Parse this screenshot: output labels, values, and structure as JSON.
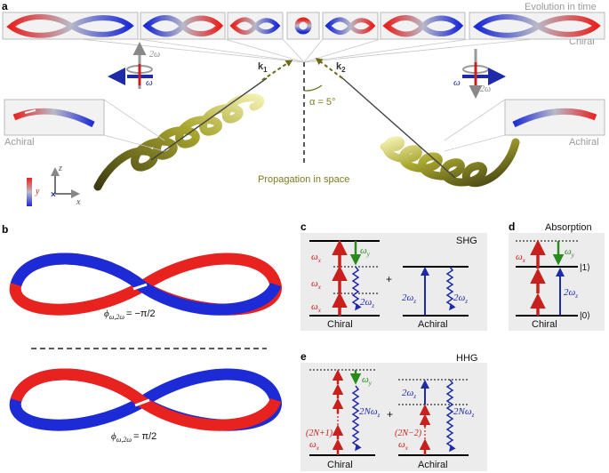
{
  "panel_a": {
    "letter": "a",
    "evolution_label": "Evolution in time",
    "chiral_label": "Chiral",
    "achiral_left": "Achiral",
    "achiral_right": "Achiral",
    "propagation_label": "Propagation in space",
    "alpha_label": "α = 5°",
    "k1": "k",
    "k1_sub": "1",
    "k2": "k",
    "k2_sub": "2",
    "omega": "ω",
    "two_omega": "2ω",
    "axis_z": "z",
    "axis_y": "y",
    "axis_x": "x",
    "colors": {
      "red": "#e8231f",
      "blue": "#1c2bd6",
      "olive": "#7d7a1f"
    }
  },
  "panel_b": {
    "letter": "b",
    "phi_top": "ϕ",
    "phi_top_sub": "ω,2ω",
    "phi_top_value": "= −π/2",
    "phi_bottom": "ϕ",
    "phi_bottom_sub": "ω,2ω",
    "phi_bottom_value": "= π/2"
  },
  "panel_c": {
    "letter": "c",
    "title": "SHG",
    "chiral": "Chiral",
    "achiral": "Achiral",
    "plus": "+",
    "wx": "ω",
    "wx_sub": "x",
    "wy": "ω",
    "wy_sub": "y",
    "two_wz": "2ω",
    "two_wz_sub": "z"
  },
  "panel_d": {
    "letter": "d",
    "title": "Absorption",
    "chiral": "Chiral",
    "level1": "|1⟩",
    "level0": "|0⟩",
    "wx": "ω",
    "wx_sub": "x",
    "wy": "ω",
    "wy_sub": "y",
    "two_wz": "2ω",
    "two_wz_sub": "z"
  },
  "panel_e": {
    "letter": "e",
    "title": "HHG",
    "chiral": "Chiral",
    "achiral": "Achiral",
    "plus": "+",
    "wy": "ω",
    "wy_sub": "y",
    "two_wz": "2ω",
    "two_wz_sub": "z",
    "n_wz": "2Nω",
    "n_wz_sub": "z",
    "left_mult": "(2N+1)",
    "right_mult": "(2N−2)",
    "wx": "ω",
    "wx_sub": "x"
  }
}
